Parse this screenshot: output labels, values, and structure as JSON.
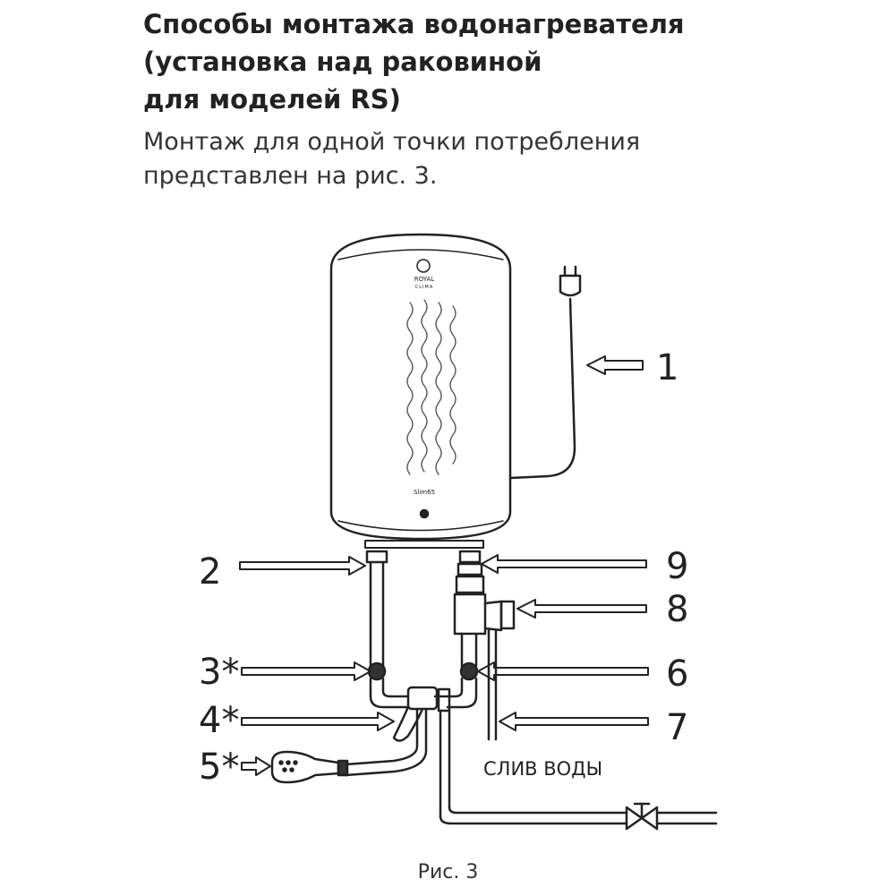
{
  "heading": {
    "line1": "Способы монтажа водонагревателя",
    "line2": "(установка над раковиной",
    "line3": "для моделей RS)"
  },
  "description": {
    "line1": "Монтаж для одной точки потребления",
    "line2": "представлен на рис. 3."
  },
  "heater": {
    "brand": "ROYAL",
    "brand_sub": "CLIMA",
    "model": "Slim65"
  },
  "callouts": {
    "c1": "1",
    "c2": "2",
    "c3": "3*",
    "c4": "4*",
    "c5": "5*",
    "c6": "6",
    "c7": "7",
    "c8": "8",
    "c9": "9"
  },
  "drain_label": "СЛИВ ВОДЫ",
  "caption": "Рис. 3"
}
